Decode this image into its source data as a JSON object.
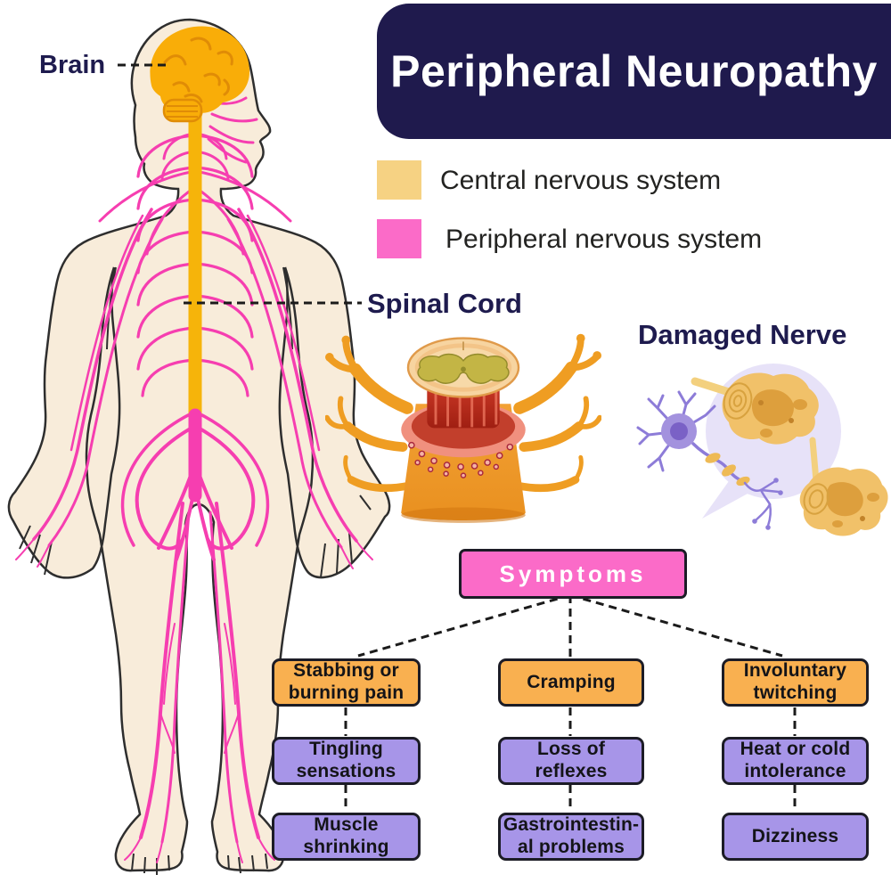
{
  "title": {
    "text": "Peripheral Neuropathy"
  },
  "legend": {
    "items": [
      {
        "label": "Central nervous system",
        "color": "#f6d283"
      },
      {
        "label": "Peripheral nervous system",
        "color": "#fb6bc8"
      }
    ]
  },
  "annotations": {
    "brain": "Brain",
    "spinal_cord": "Spinal Cord",
    "damaged_nerve": "Damaged Nerve"
  },
  "symptoms": {
    "header": "Symptoms",
    "columns": [
      {
        "items": [
          {
            "label": "Stabbing or\nburning pain",
            "type": "primary"
          },
          {
            "label": "Tingling\nsensations",
            "type": "secondary"
          },
          {
            "label": "Muscle\nshrinking",
            "type": "secondary"
          }
        ]
      },
      {
        "items": [
          {
            "label": "Cramping",
            "type": "primary"
          },
          {
            "label": "Loss of reflexes",
            "type": "secondary"
          },
          {
            "label": "Gastrointestin-\nal problems",
            "type": "secondary"
          }
        ]
      },
      {
        "items": [
          {
            "label": "Involuntary\ntwitching",
            "type": "primary"
          },
          {
            "label": "Heat or cold\nintolerance",
            "type": "secondary"
          },
          {
            "label": "Dizziness",
            "type": "secondary"
          }
        ]
      }
    ]
  },
  "colors": {
    "title_banner": "#1f1a4d",
    "title_text": "#ffffff",
    "central_nervous_system": "#f6d283",
    "peripheral_nervous_system": "#fb6bc8",
    "symptom_primary_box": "#f9b050",
    "symptom_secondary_box": "#a795e8",
    "box_border": "#1c1c26",
    "annotation_text": "#1e1b4e",
    "body_skin": "#f8ecda",
    "nerve_pink": "#f63eb0",
    "spine_yellow": "#f6b40a",
    "brain_orange": "#f9ad08",
    "dashed_line": "#1b1b1b"
  }
}
